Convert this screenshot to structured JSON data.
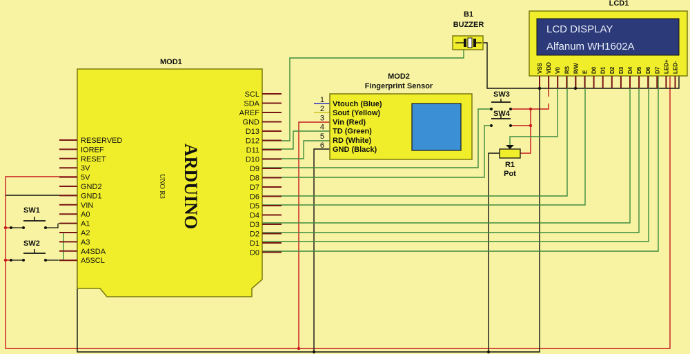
{
  "colors": {
    "background": "#f7f3a2",
    "module_fill": "#f0ee2a",
    "module_border": "#7a7a10",
    "pin": "#7a1414",
    "wire_red": "#c8181e",
    "wire_green": "#3d8a3d",
    "wire_black": "#111111",
    "wire_blue": "#2d2dc0",
    "wire_yellow": "#c9c21a",
    "lcd_screen": "#2d3a7a",
    "sensor_window": "#3b8fd4"
  },
  "mod1": {
    "ref": "MOD1",
    "brand": "ARDUINO",
    "model": "UNO R3",
    "left_pins": [
      "RESERVED",
      "IOREF",
      "RESET",
      "3V",
      "5V",
      "GND2",
      "GND1",
      "VIN",
      "A0",
      "A1",
      "A2",
      "A3",
      "A4SDA",
      "A5SCL"
    ],
    "right_pins": [
      "SCL",
      "SDA",
      "AREF",
      "GND",
      "D13",
      "D12",
      "D11",
      "D10",
      "D9",
      "D8",
      "D7",
      "D6",
      "D5",
      "D4",
      "D3",
      "D2",
      "D1",
      "D0"
    ]
  },
  "mod2": {
    "ref": "MOD2",
    "name": "Fingerprint Sensor",
    "pins": [
      {
        "num": "1",
        "label": "Vtouch (Blue)"
      },
      {
        "num": "2",
        "label": "Sout (Yellow)"
      },
      {
        "num": "3",
        "label": "Vin (Red)"
      },
      {
        "num": "4",
        "label": "TD (Green)"
      },
      {
        "num": "5",
        "label": "RD (White)"
      },
      {
        "num": "6",
        "label": "GND (Black)"
      }
    ]
  },
  "lcd": {
    "ref": "LCD1",
    "line1": "LCD DISPLAY",
    "line2": "Alfanum WH1602A",
    "pins": [
      "VSS",
      "VDD",
      "V0",
      "RS",
      "R/W",
      "E",
      "D0",
      "D1",
      "D2",
      "D3",
      "D4",
      "D5",
      "D6",
      "D7",
      "LED+",
      "LED-"
    ]
  },
  "buzzer": {
    "ref": "B1",
    "name": "BUZZER"
  },
  "pot": {
    "ref": "R1",
    "name": "Pot"
  },
  "switches": {
    "sw1": "SW1",
    "sw2": "SW2",
    "sw3": "SW3",
    "sw4": "SW4"
  }
}
